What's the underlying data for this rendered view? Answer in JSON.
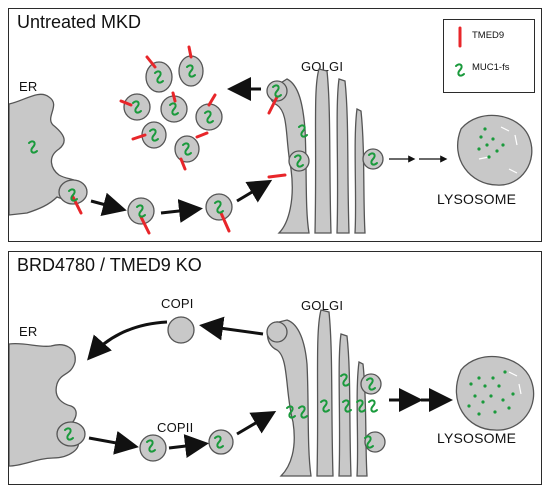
{
  "top_panel": {
    "title": "Untreated MKD",
    "er_label": "ER",
    "golgi_label": "GOLGI",
    "lysosome_label": "LYSOSOME",
    "legend": {
      "tmed9_label": "TMED9",
      "tmed9_color": "#e8262a",
      "muc1_label": "MUC1-fs",
      "muc1_color": "#1a9a3c"
    }
  },
  "bottom_panel": {
    "title": "BRD4780 / TMED9 KO",
    "er_label": "ER",
    "golgi_label": "GOLGI",
    "copi_label": "COPI",
    "copii_label": "COPII",
    "lysosome_label": "LYSOSOME"
  },
  "colors": {
    "membrane_fill": "#c8c8c8",
    "membrane_stroke": "#555555",
    "arrow": "#111111"
  }
}
